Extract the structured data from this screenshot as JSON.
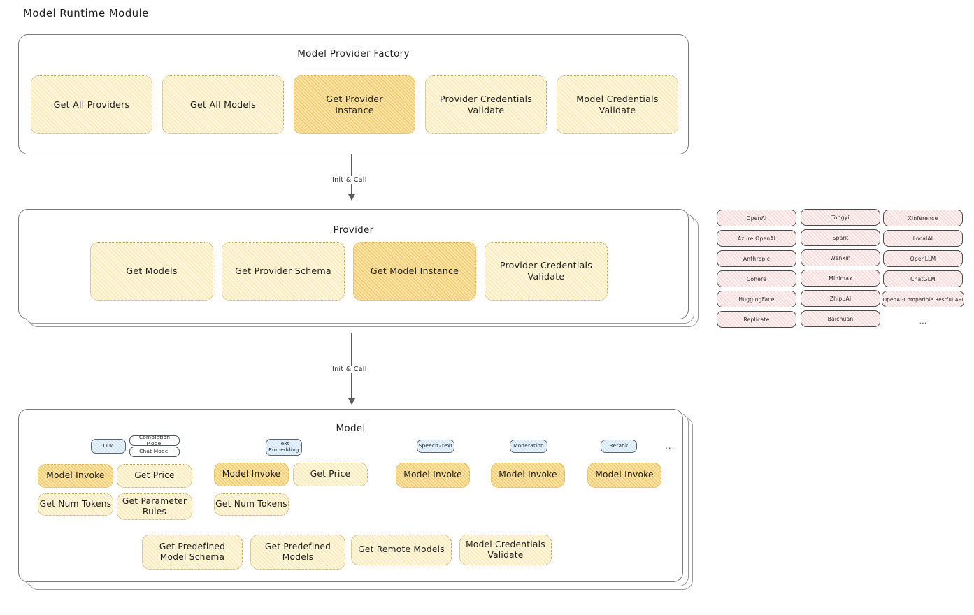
{
  "page": {
    "title": "Model Runtime Module"
  },
  "factory": {
    "title": "Model Provider Factory",
    "boxes": [
      {
        "label": "Get All Providers",
        "emphasis": false
      },
      {
        "label": "Get All Models",
        "emphasis": false
      },
      {
        "label": "Get Provider Instance",
        "emphasis": true
      },
      {
        "label": "Provider Credentials Validate",
        "emphasis": false
      },
      {
        "label": "Model Credentials Validate",
        "emphasis": false
      }
    ]
  },
  "arrows": [
    {
      "label": "Init & Call"
    },
    {
      "label": "Init & Call"
    }
  ],
  "provider": {
    "title": "Provider",
    "boxes": [
      {
        "label": "Get Models",
        "emphasis": false
      },
      {
        "label": "Get Provider Schema",
        "emphasis": false
      },
      {
        "label": "Get Model Instance",
        "emphasis": true
      },
      {
        "label": "Provider Credentials Validate",
        "emphasis": false
      }
    ]
  },
  "provider_list": {
    "columns": [
      {
        "items": [
          "OpenAI",
          "Azure OpenAI",
          "Anthropic",
          "Cohere",
          "HuggingFace",
          "Replicate"
        ]
      },
      {
        "items": [
          "Tongyi",
          "Spark",
          "Wenxin",
          "Minimax",
          "ZhipuAI",
          "Baichuan"
        ]
      },
      {
        "items": [
          "Xinference",
          "LocalAI",
          "OpenLLM",
          "ChatGLM",
          "OpenAI-Compatible Restful API",
          "..."
        ]
      }
    ]
  },
  "model": {
    "title": "Model",
    "more_indicator": "...",
    "types": [
      {
        "name": "LLM",
        "subtypes": [
          "Completion Model",
          "Chat Model"
        ],
        "methods": [
          {
            "label": "Model Invoke",
            "emphasis": true
          },
          {
            "label": "Get Price",
            "emphasis": false
          },
          {
            "label": "Get Num Tokens",
            "emphasis": false
          },
          {
            "label": "Get Parameter Rules",
            "emphasis": false
          }
        ]
      },
      {
        "name": "Text Embedding",
        "subtypes": [],
        "methods": [
          {
            "label": "Model Invoke",
            "emphasis": true
          },
          {
            "label": "Get Price",
            "emphasis": false
          },
          {
            "label": "Get Num Tokens",
            "emphasis": false
          }
        ]
      },
      {
        "name": "Speech2text",
        "subtypes": [],
        "methods": [
          {
            "label": "Model Invoke",
            "emphasis": true
          }
        ]
      },
      {
        "name": "Moderation",
        "subtypes": [],
        "methods": [
          {
            "label": "Model Invoke",
            "emphasis": true
          }
        ]
      },
      {
        "name": "Rerank",
        "subtypes": [],
        "methods": [
          {
            "label": "Model Invoke",
            "emphasis": true
          }
        ]
      }
    ],
    "common_methods": [
      "Get Predefined Model Schema",
      "Get Predefined Models",
      "Get Remote Models",
      "Model Credentials Validate"
    ]
  },
  "colors": {
    "box_fill_light": "#fdf6dd",
    "box_fill_strong": "#fbe4a8",
    "chip_fill": "#fdf0f0",
    "pill_fill": "#e9f3fb",
    "panel_border": "#7b7b7b",
    "text": "#1e1e1e"
  }
}
